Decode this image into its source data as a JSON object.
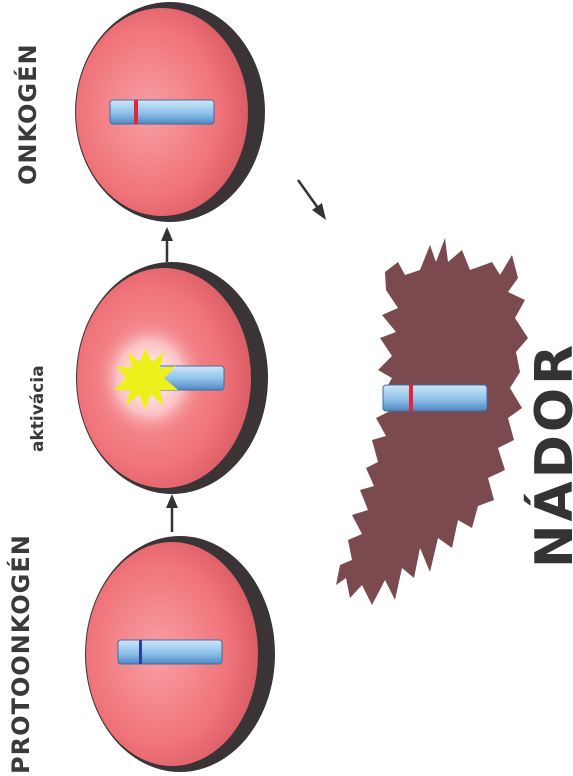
{
  "labels": {
    "protoonkogen": "PROTOONKOGÉN",
    "aktivacia": "aktivácia",
    "onkogen": "ONKOGÉN",
    "nador": "NÁDOR"
  },
  "colors": {
    "cell_fill": "#f07a7f",
    "cell_rim": "#3b3537",
    "chromosome": "#8fc2ea",
    "gene_normal": "#2c3f9a",
    "gene_mutant": "#e2233a",
    "starburst": "#f0f020",
    "tumor": "#7a4a4f",
    "arrow": "#333333"
  }
}
